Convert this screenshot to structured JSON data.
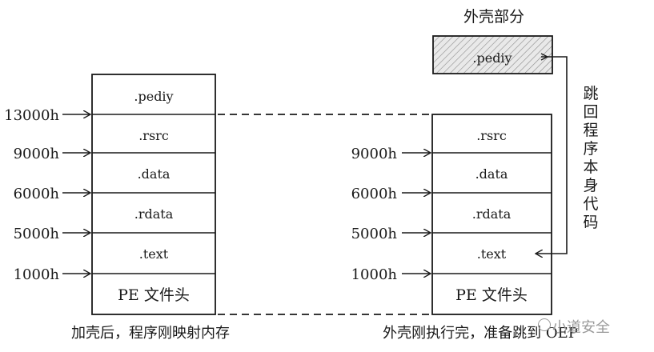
{
  "shell_title": "外壳部分",
  "shell_section": ".pediy",
  "jump_back_text": "跳回程序本身代码",
  "left": {
    "sections": [
      ".pediy",
      ".rsrc",
      ".data",
      ".rdata",
      ".text",
      "PE 文件头"
    ],
    "addresses": [
      "13000h",
      "9000h",
      "6000h",
      "5000h",
      "1000h"
    ],
    "caption": "加壳后，程序刚映射内存"
  },
  "right": {
    "sections": [
      ".rsrc",
      ".data",
      ".rdata",
      ".text",
      "PE 文件头"
    ],
    "addresses": [
      "9000h",
      "6000h",
      "5000h",
      "1000h"
    ],
    "caption": "外壳刚执行完，准备跳到 OEP"
  },
  "watermark": "小道安全"
}
